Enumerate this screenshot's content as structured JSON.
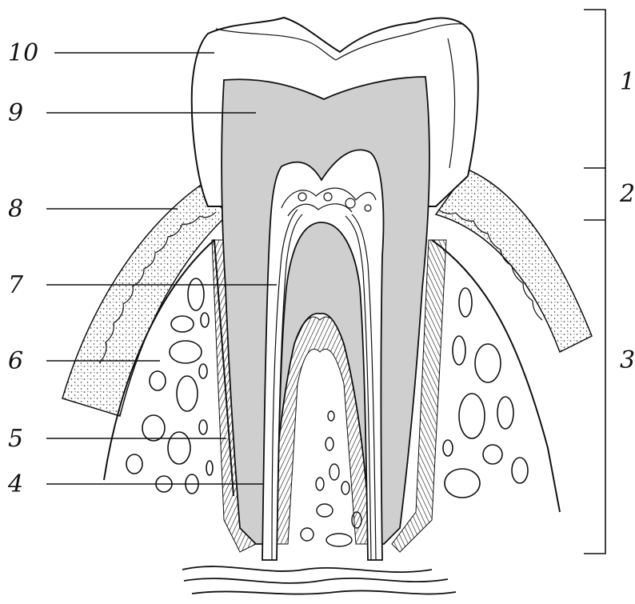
{
  "diagram": {
    "left_labels": [
      "10",
      "9",
      "8",
      "7",
      "6",
      "5",
      "4"
    ],
    "right_labels": [
      "1",
      "2",
      "3"
    ]
  },
  "colors": {
    "background": "#ffffff",
    "ink": "#111111",
    "dentin_fill": "#cfcfcf",
    "enamel_fill": "#ffffff"
  }
}
